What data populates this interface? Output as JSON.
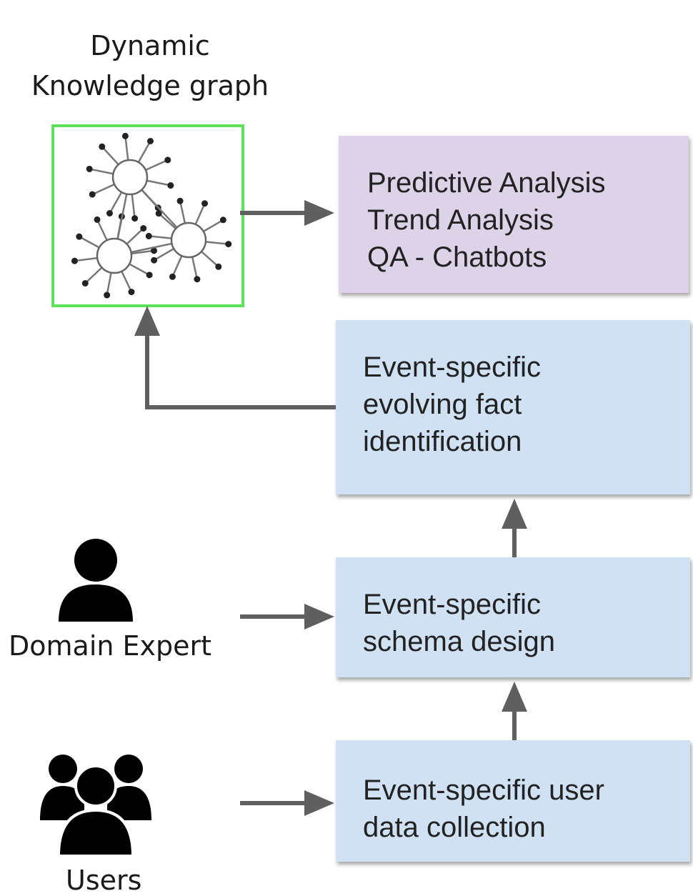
{
  "knowledge_graph": {
    "title_lines": [
      "Dynamic",
      "Knowledge graph"
    ],
    "icon": "network-graph-icon",
    "border_color": "#5de05a"
  },
  "outputs_box": {
    "lines": [
      "Predictive Analysis",
      "Trend Analysis",
      "QA - Chatbots"
    ],
    "color": "#dcd3e8"
  },
  "facts_box": {
    "lines": [
      "Event-specific",
      "evolving fact",
      "identification"
    ],
    "color": "#cfe1f3"
  },
  "schema_box": {
    "lines": [
      "Event-specific",
      "schema design"
    ],
    "color": "#cfe1f3"
  },
  "collection_box": {
    "lines": [
      "Event-specific user",
      "data collection"
    ],
    "color": "#cfe1f3"
  },
  "domain_expert": {
    "label": "Domain Expert",
    "icon": "person-icon"
  },
  "users": {
    "label": "Users",
    "icon": "group-icon"
  },
  "arrow_color": "#5f5f5f"
}
